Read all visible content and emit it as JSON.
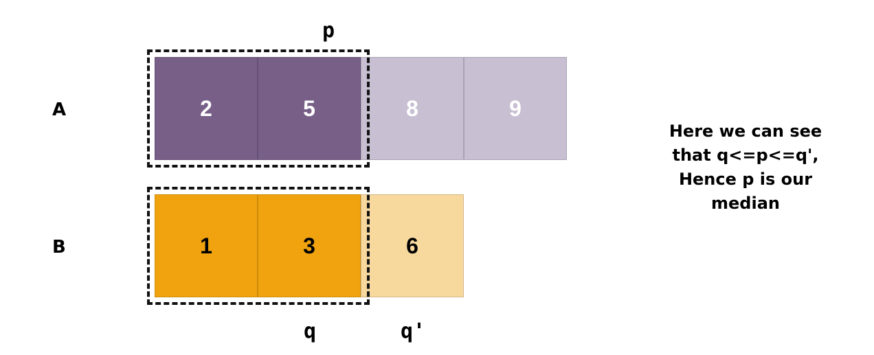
{
  "colors": {
    "a_selected": "#775f88",
    "a_unselected": "#c8bfd2",
    "b_selected": "#f0a30f",
    "b_unselected": "#f7d89d",
    "text_on_dark": "#ffffff",
    "text_on_light": "#000000"
  },
  "rows": [
    {
      "label": "A",
      "cells": [
        {
          "value": "2",
          "state": "selected"
        },
        {
          "value": "5",
          "state": "selected"
        },
        {
          "value": "8",
          "state": "unselected"
        },
        {
          "value": "9",
          "state": "unselected"
        }
      ]
    },
    {
      "label": "B",
      "cells": [
        {
          "value": "1",
          "state": "selected"
        },
        {
          "value": "3",
          "state": "selected"
        },
        {
          "value": "6",
          "state": "unselected"
        }
      ]
    }
  ],
  "pointers": {
    "p": "p",
    "q": "q",
    "q_prime": "q'"
  },
  "note": [
    "Here we can see",
    "that q<=p<=q',",
    "Hence p is our",
    "median"
  ]
}
